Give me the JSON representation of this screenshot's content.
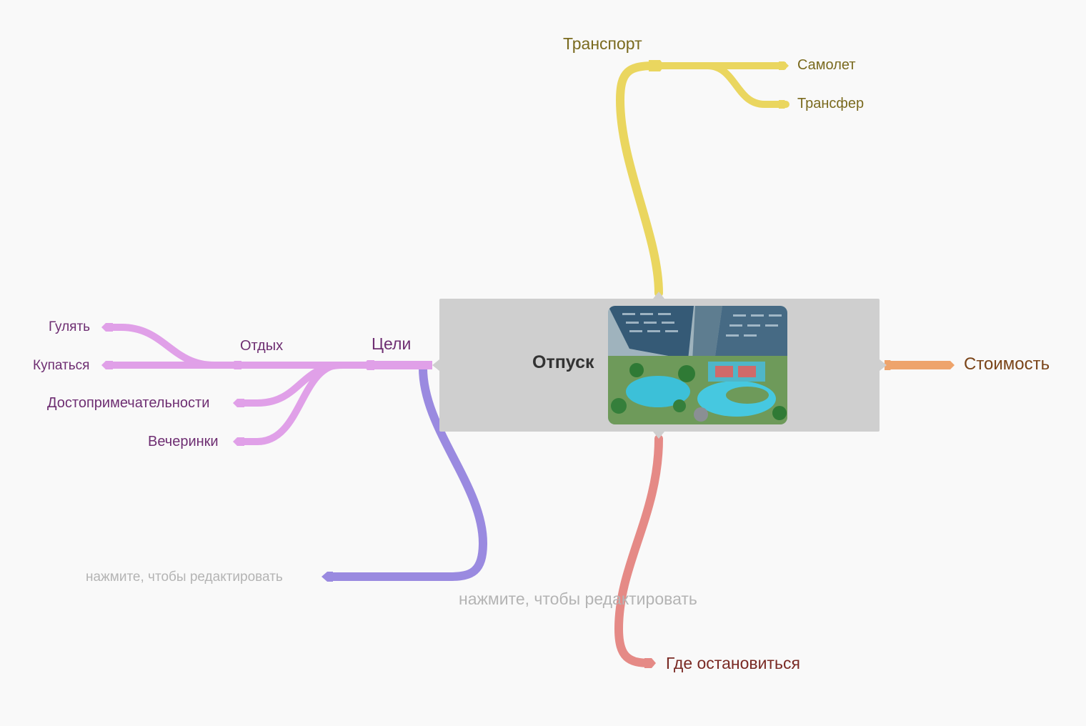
{
  "root": {
    "label": "Отпуск",
    "image": "resort-aerial-photo"
  },
  "branches": {
    "transport": {
      "label": "Транспорт",
      "color": "#ead65f",
      "text_color": "#7a6a1e",
      "children": [
        {
          "label": "Самолет"
        },
        {
          "label": "Трансфер"
        }
      ]
    },
    "cost": {
      "label": "Стоимость",
      "color": "#eea46c",
      "text_color": "#7a4418"
    },
    "stay": {
      "label": "Где остановиться",
      "color": "#e58a86",
      "text_color": "#7a2a24"
    },
    "goals": {
      "label": "Цели",
      "color": "#e0a0e8",
      "text_color": "#6e2e72",
      "children": [
        {
          "label": "Отдых",
          "children": [
            {
              "label": "Гулять"
            },
            {
              "label": "Купаться"
            }
          ]
        },
        {
          "label": "Достопримечательности"
        },
        {
          "label": "Вечеринки"
        }
      ]
    },
    "placeholder_branch": {
      "label": "нажмите, чтобы редактировать",
      "color": "#9a8ae0"
    }
  },
  "floating_placeholder": {
    "label": "нажмите, чтобы редактировать"
  },
  "placeholder_color": "#b4b4b4"
}
